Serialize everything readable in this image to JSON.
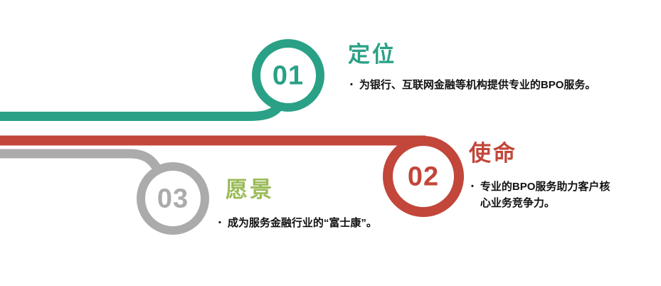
{
  "colors": {
    "teal": "#2aa186",
    "red": "#c2463a",
    "gray": "#ababab",
    "olive": "#9bbb59",
    "body_text": "#111111",
    "background": "#ffffff"
  },
  "bullet_glyph": "•",
  "items": [
    {
      "number": "01",
      "title": "定位",
      "bullet": "为银行、互联网金融等机构提供专业的BPO服务。"
    },
    {
      "number": "02",
      "title": "使命",
      "bullet": "专业的BPO服务助力客户核心业务竞争力。"
    },
    {
      "number": "03",
      "title": "愿景",
      "bullet": "成为服务金融行业的“富士康”。"
    }
  ]
}
